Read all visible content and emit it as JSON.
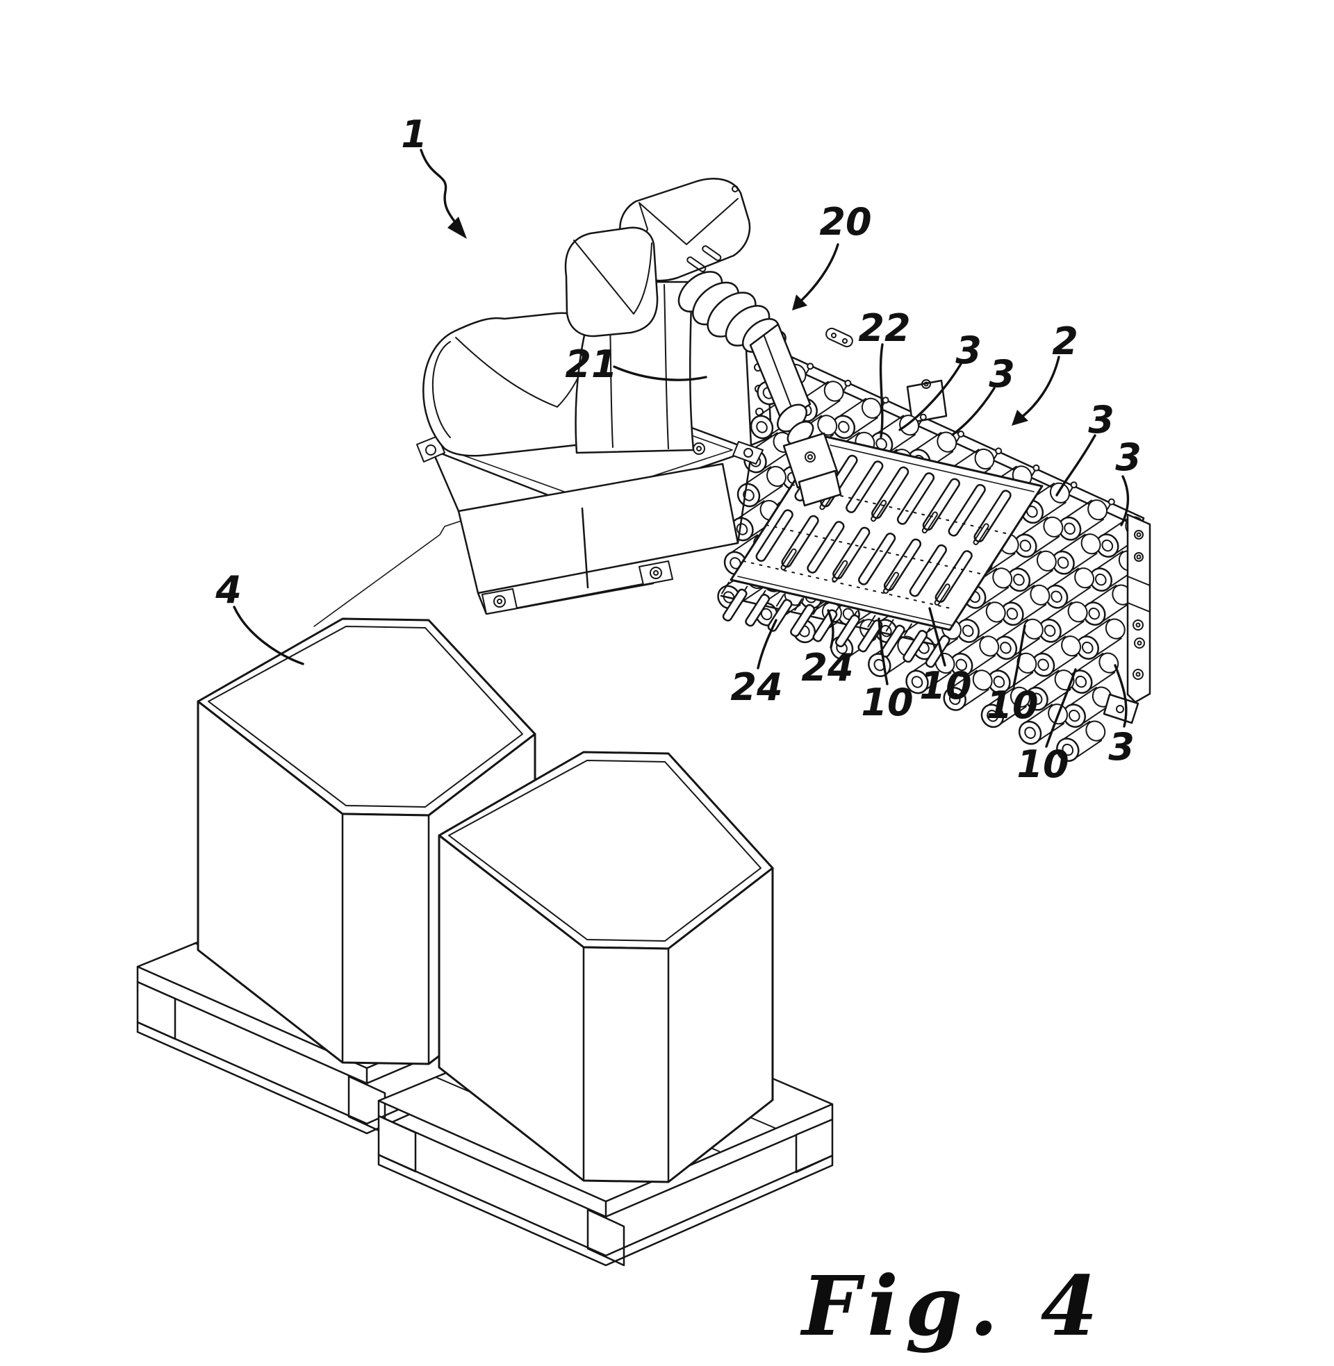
{
  "figure": {
    "caption": "Fig. 4"
  },
  "reference_labels": [
    {
      "id": "1",
      "text": "1"
    },
    {
      "id": "20",
      "text": "20"
    },
    {
      "id": "21",
      "text": "21"
    },
    {
      "id": "22",
      "text": "22"
    },
    {
      "id": "3-1",
      "text": "3"
    },
    {
      "id": "3-2",
      "text": "3"
    },
    {
      "id": "2",
      "text": "2"
    },
    {
      "id": "3-3",
      "text": "3"
    },
    {
      "id": "3-4",
      "text": "3"
    },
    {
      "id": "4",
      "text": "4"
    },
    {
      "id": "24-1",
      "text": "24"
    },
    {
      "id": "24-2",
      "text": "24"
    },
    {
      "id": "10-1",
      "text": "10"
    },
    {
      "id": "10-2",
      "text": "10"
    },
    {
      "id": "10-3",
      "text": "10"
    },
    {
      "id": "10-4",
      "text": "10"
    },
    {
      "id": "3-5",
      "text": "3"
    }
  ],
  "drawing": {
    "background": "#ffffff",
    "ink": "#151515",
    "rack": {
      "columns": 10,
      "rows": 7
    },
    "plate": {
      "slot_columns": 8,
      "slot_rows": 2
    },
    "hanging_pins": 10
  }
}
